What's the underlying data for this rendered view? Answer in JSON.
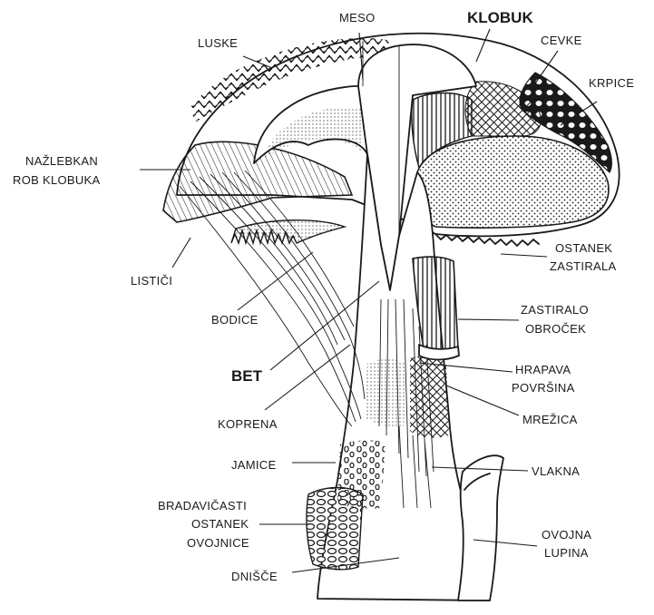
{
  "diagram": {
    "labels": {
      "meso": "MESO",
      "klobuk": "KLOBUK",
      "luske": "LUSKE",
      "cevke": "CEVKE",
      "krpice": "KRPICE",
      "nazlebkan_1": "NAŽLEBKAN",
      "nazlebkan_2": "ROB KLOBUKA",
      "listici": "LISTIČI",
      "ostanek_zastirala_1": "OSTANEK",
      "ostanek_zastirala_2": "ZASTIRALA",
      "bodice": "BODICE",
      "zastiralo_1": "ZASTIRALO",
      "zastiralo_2": "OBROČEK",
      "bet": "BET",
      "hrapava_1": "HRAPAVA",
      "hrapava_2": "POVRŠINA",
      "koprena": "KOPRENA",
      "mrezica": "MREŽICA",
      "jamice": "JAMICE",
      "vlakna": "VLAKNA",
      "bradavicasti_1": "BRADAVIČASTI",
      "bradavicasti_2": "OSTANEK",
      "bradavicasti_3": "OVOJNICE",
      "ovojna_1": "OVOJNA",
      "ovojna_2": "LUPINA",
      "dnisce": "DNIŠČE"
    }
  }
}
